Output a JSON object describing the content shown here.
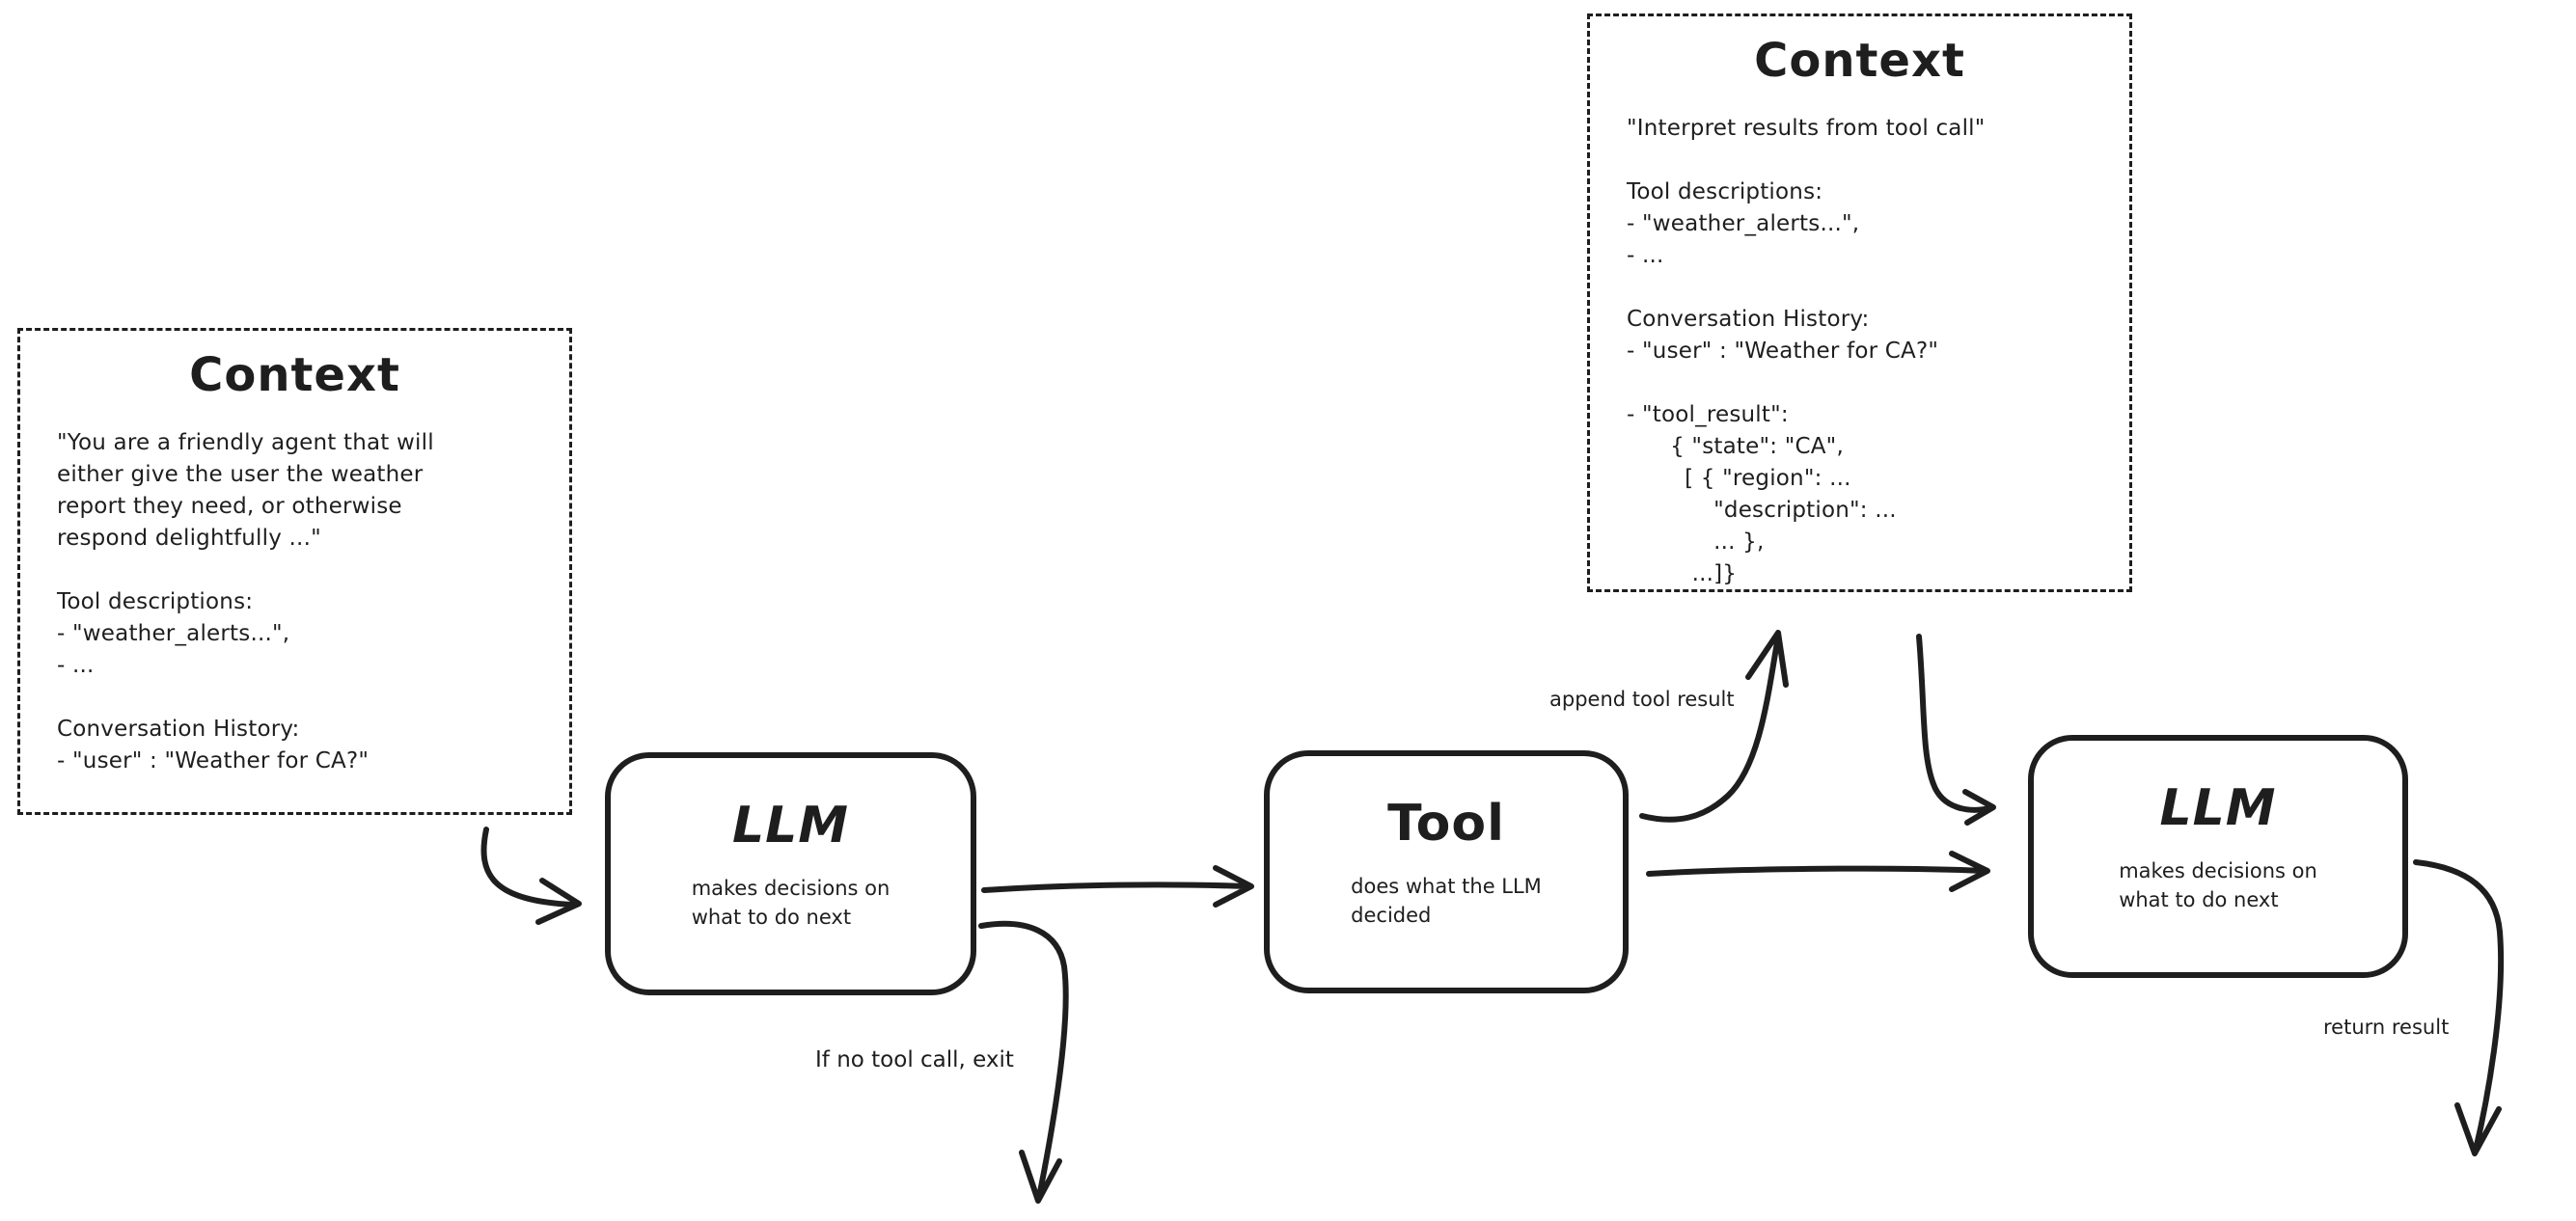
{
  "colors": {
    "ink": "#1e1e1e",
    "background": "#ffffff"
  },
  "context_left": {
    "title": "Context",
    "lines": [
      "\"You are a friendly agent that will",
      "either give the user the weather",
      "report they need, or otherwise",
      "respond delightfully ...\"",
      "",
      "Tool descriptions:",
      "- \"weather_alerts...\",",
      "- ...",
      "",
      "Conversation History:",
      "- \"user\" : \"Weather for CA?\""
    ]
  },
  "context_right": {
    "title": "Context",
    "lines": [
      "\"Interpret results from tool call\"",
      "",
      "Tool descriptions:",
      "- \"weather_alerts...\",",
      "- ...",
      "",
      "Conversation History:",
      "- \"user\" : \"Weather for CA?\"",
      "",
      "- \"tool_result\":",
      "      { \"state\": \"CA\",",
      "        [ { \"region\": ...",
      "            \"description\": ...",
      "            ... },",
      "         ...]}"
    ]
  },
  "nodes": [
    {
      "id": "llm-1",
      "title": "LLM",
      "subtitle": "makes decisions on\nwhat to do next"
    },
    {
      "id": "tool",
      "title": "Tool",
      "subtitle": "does what the LLM\ndecided"
    },
    {
      "id": "llm-2",
      "title": "LLM",
      "subtitle": "makes decisions on\nwhat to do next"
    }
  ],
  "edge_labels": {
    "append_tool_result": "append tool result",
    "if_no_tool_call_exit": "If no tool call, exit",
    "return_result": "return result"
  }
}
